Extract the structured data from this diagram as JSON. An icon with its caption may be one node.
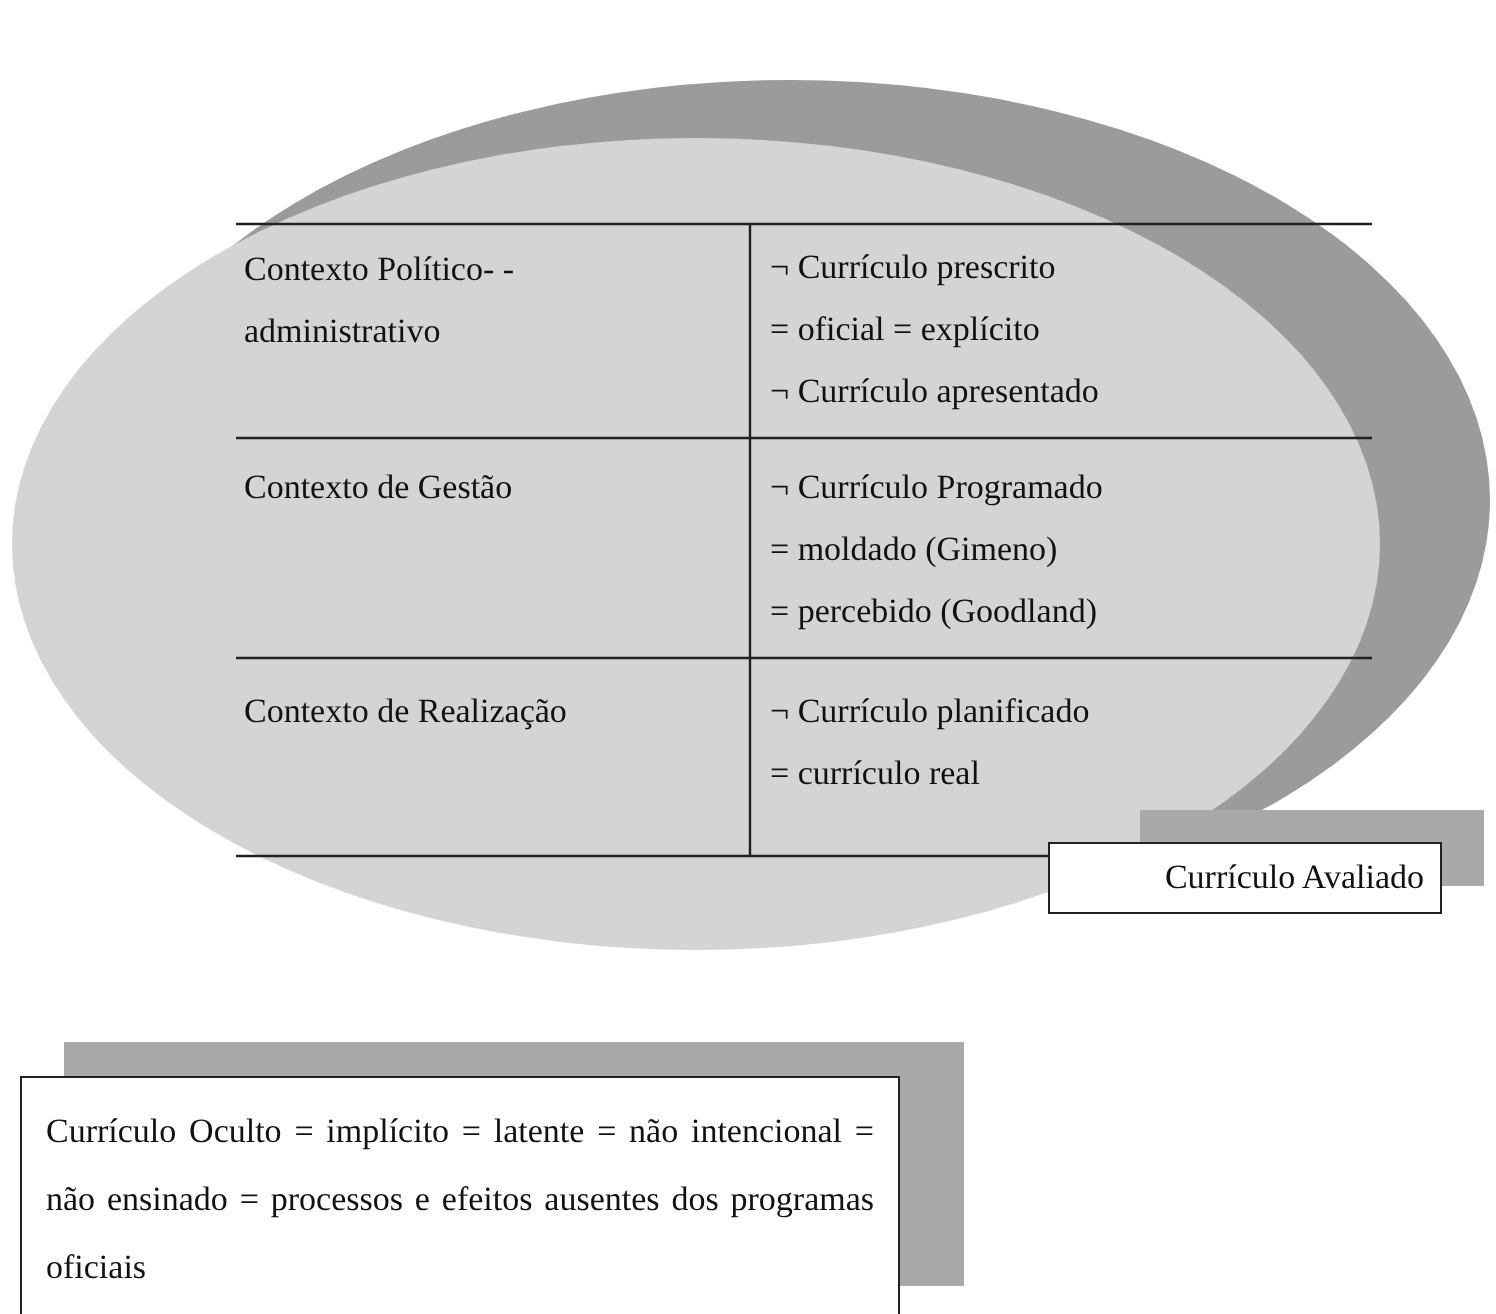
{
  "diagram": {
    "nodes": [
      {
        "text": [
          "Currículo Avaliado"
        ]
      },
      {
        "text": [
          "Currículo Oculto = implícito = latente = não intencional = não ensinado = processos e efeitos ausentes dos programas oficiais"
        ]
      }
    ],
    "labels": [
      "Contexto Político- -administrativo",
      "¬ Currículo prescrito",
      "= oficial = explícito",
      "¬ Currículo apresentado",
      "Contexto de Gestão",
      "¬ Currículo Programado",
      "= moldado (Gimeno)",
      "= percebido (Goodland)",
      "Contexto de Realização",
      "¬ Currículo planificado",
      "= currículo real"
    ]
  }
}
